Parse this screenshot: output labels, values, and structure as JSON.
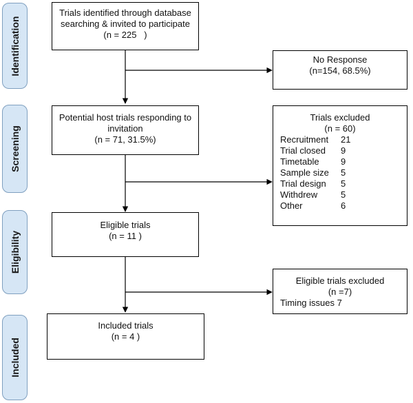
{
  "stages": [
    {
      "label": "Identification"
    },
    {
      "label": "Screening"
    },
    {
      "label": "Eligibility"
    },
    {
      "label": "Included"
    }
  ],
  "boxes": {
    "identified": {
      "line1": "Trials identified through database",
      "line2": "searching & invited to participate",
      "line3": "(n = 225   )"
    },
    "no_response": {
      "line1": "No Response",
      "line2": "(n=154, 68.5%)"
    },
    "potential": {
      "line1": "Potential host trials responding to",
      "line2": "invitation",
      "line3": "(n = 71, 31.5%)"
    },
    "excluded": {
      "title": "Trials excluded",
      "count": "(n = 60)",
      "reasons": [
        {
          "reason": "Recruitment",
          "n": "21"
        },
        {
          "reason": "Trial closed",
          "n": "9"
        },
        {
          "reason": "Timetable",
          "n": "9"
        },
        {
          "reason": "Sample size",
          "n": "5"
        },
        {
          "reason": "Trial design",
          "n": "5"
        },
        {
          "reason": "Withdrew",
          "n": "5"
        },
        {
          "reason": "Other",
          "n": "6"
        }
      ]
    },
    "eligible": {
      "line1": "Eligible trials",
      "line2": "(n = 11 )"
    },
    "eligible_excluded": {
      "line1": "Eligible trials excluded",
      "line2": "(n =7)",
      "line3": "Timing issues 7"
    },
    "included": {
      "line1": "Included trials",
      "line2": "(n = 4 )"
    }
  }
}
